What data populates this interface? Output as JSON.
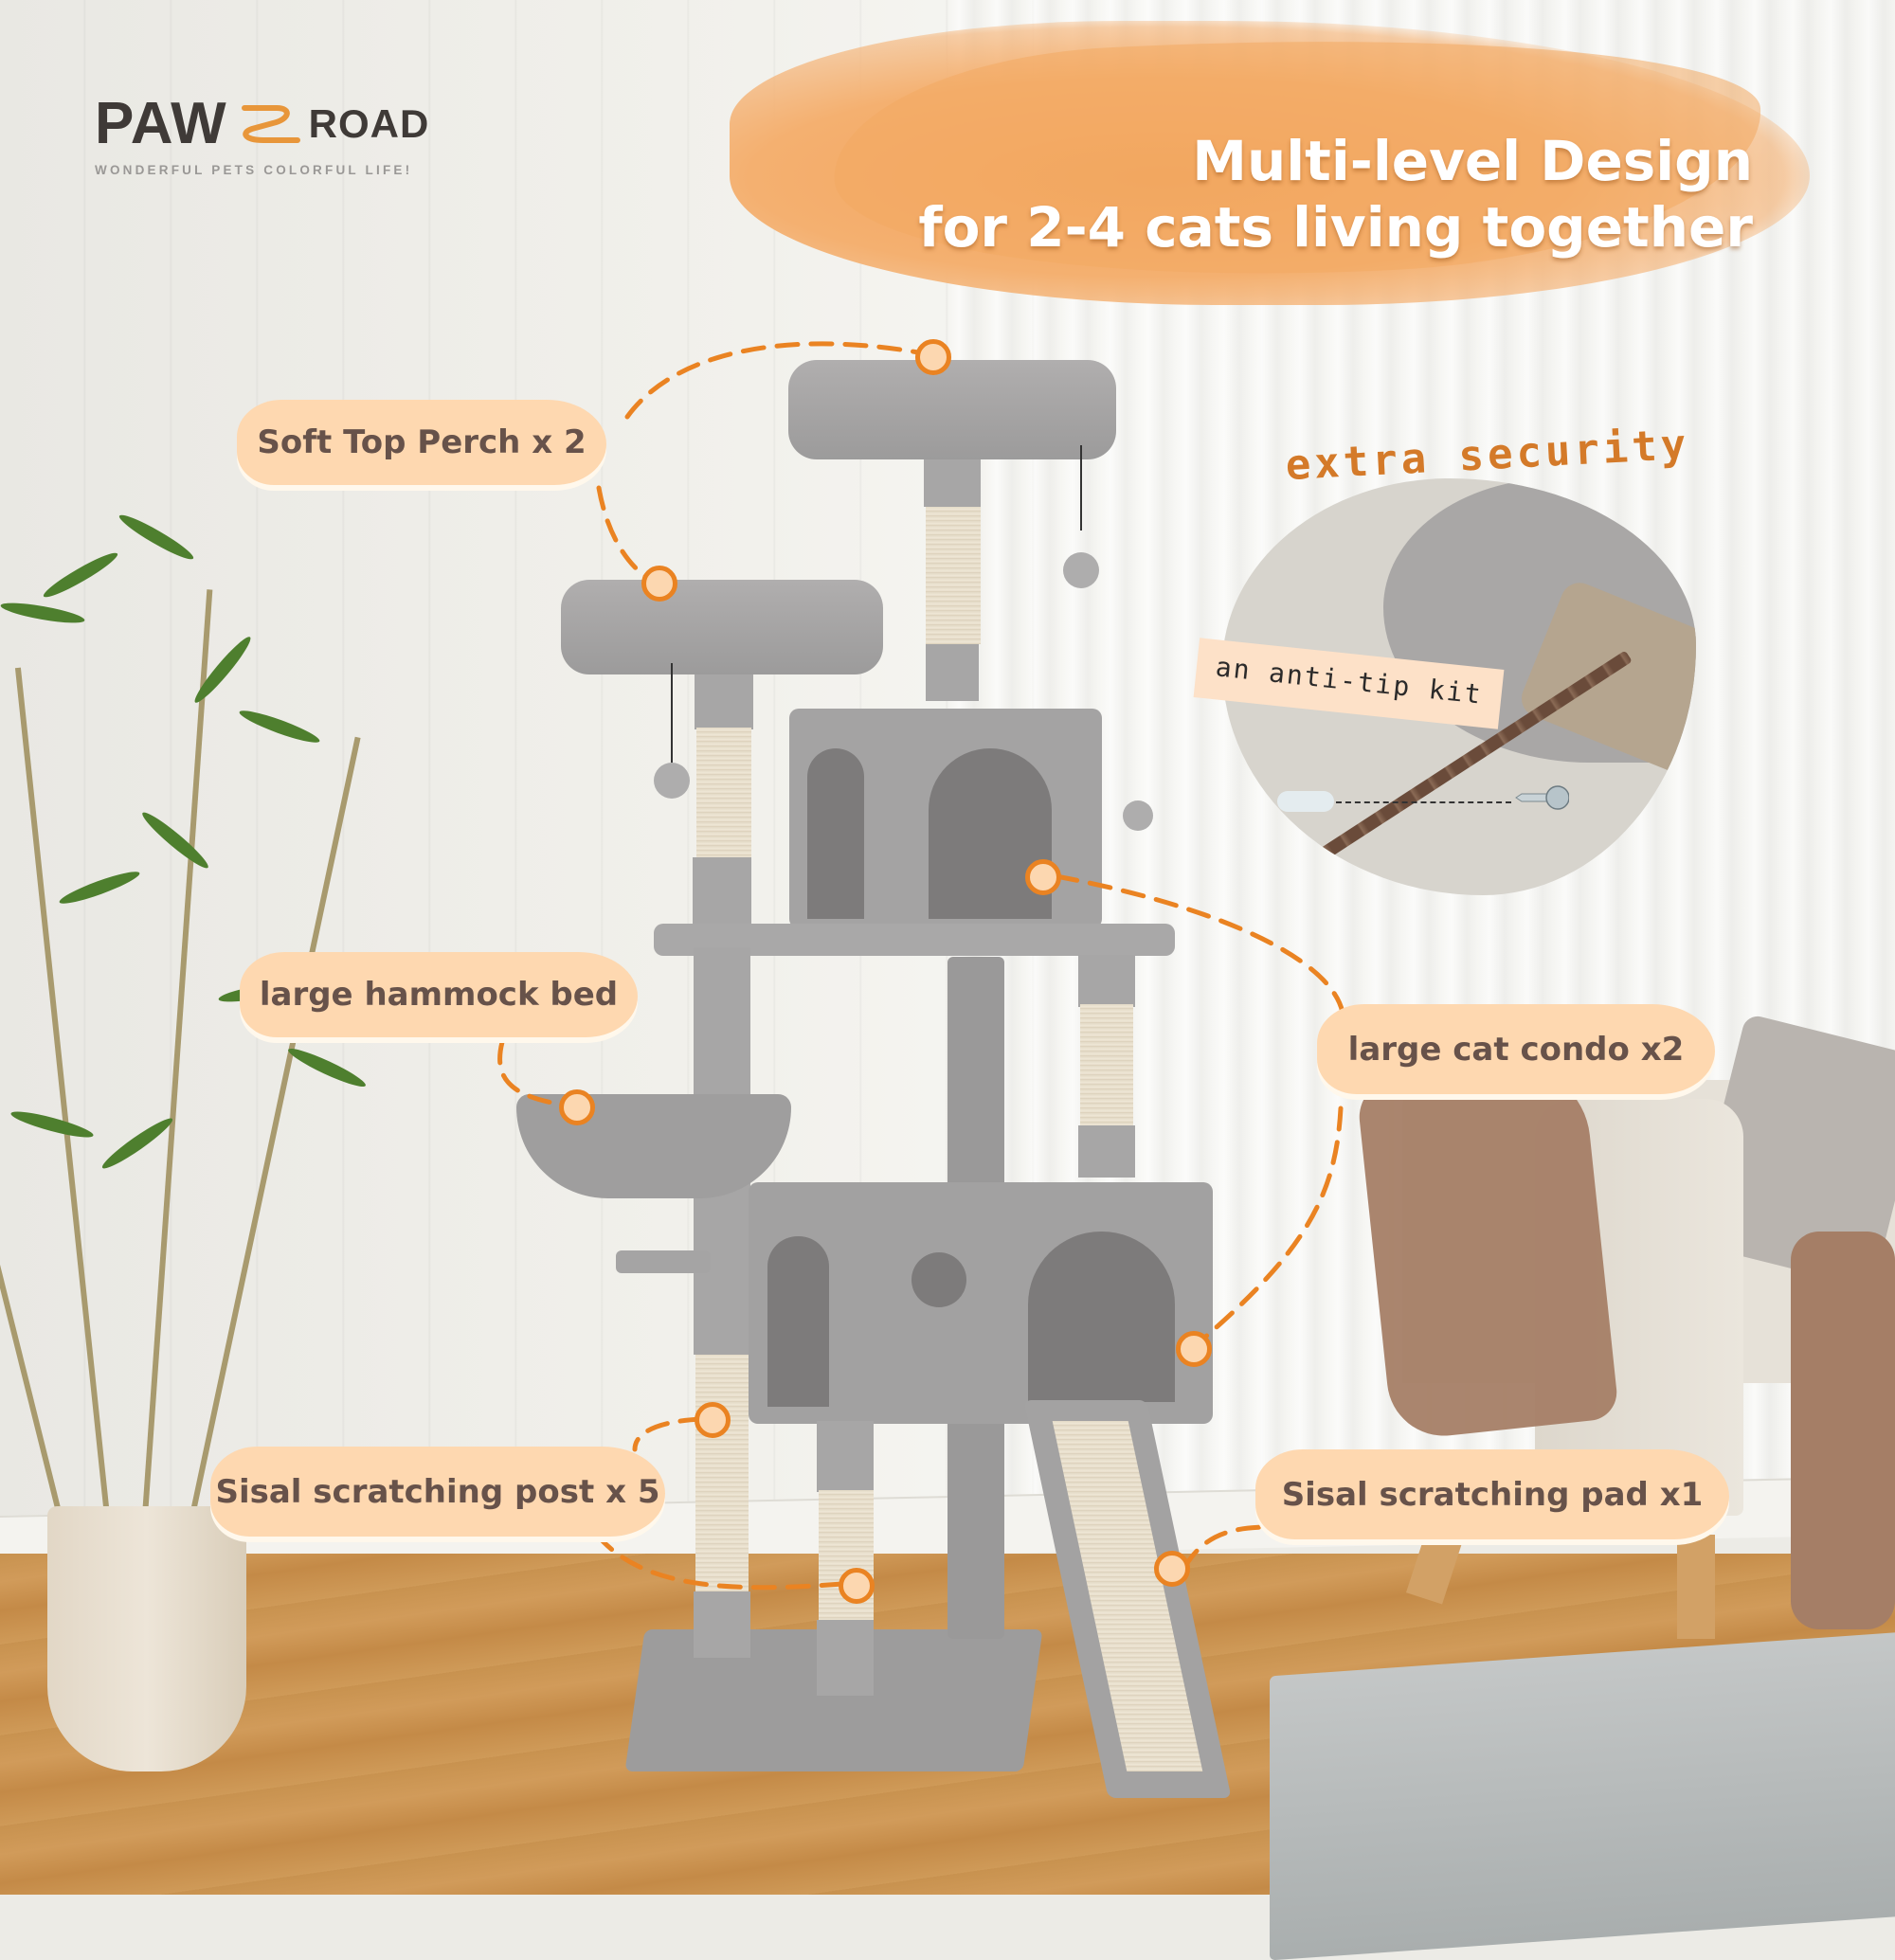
{
  "brand": {
    "name_left": "PAW",
    "name_right": "ROAD",
    "tagline": "WONDERFUL PETS COLORFUL LIFE!",
    "logo_icon": "paw-print-icon",
    "brand_color": "#E8963A",
    "text_color": "#3F3A37"
  },
  "headline": {
    "line1": "Multi-level Design",
    "line2": "for 2-4 cats living together",
    "brush_color": "#F3A865"
  },
  "security": {
    "title": "extra security",
    "tag": "an anti-tip kit",
    "title_color": "#D47A29"
  },
  "callouts": [
    {
      "id": "top-perch",
      "label": "Soft Top Perch x 2"
    },
    {
      "id": "hammock",
      "label": "large hammock bed"
    },
    {
      "id": "condo",
      "label": "large cat condo x2"
    },
    {
      "id": "scratching-post",
      "label": "Sisal scratching post x 5"
    },
    {
      "id": "scratching-pad",
      "label": "Sisal scratching pad x1"
    }
  ],
  "colors": {
    "callout_fill": "#FED8B0",
    "callout_text": "#67524A",
    "connector": "#EA8322",
    "plush": "#A7A6A6",
    "sisal": "#E6DDC9"
  }
}
